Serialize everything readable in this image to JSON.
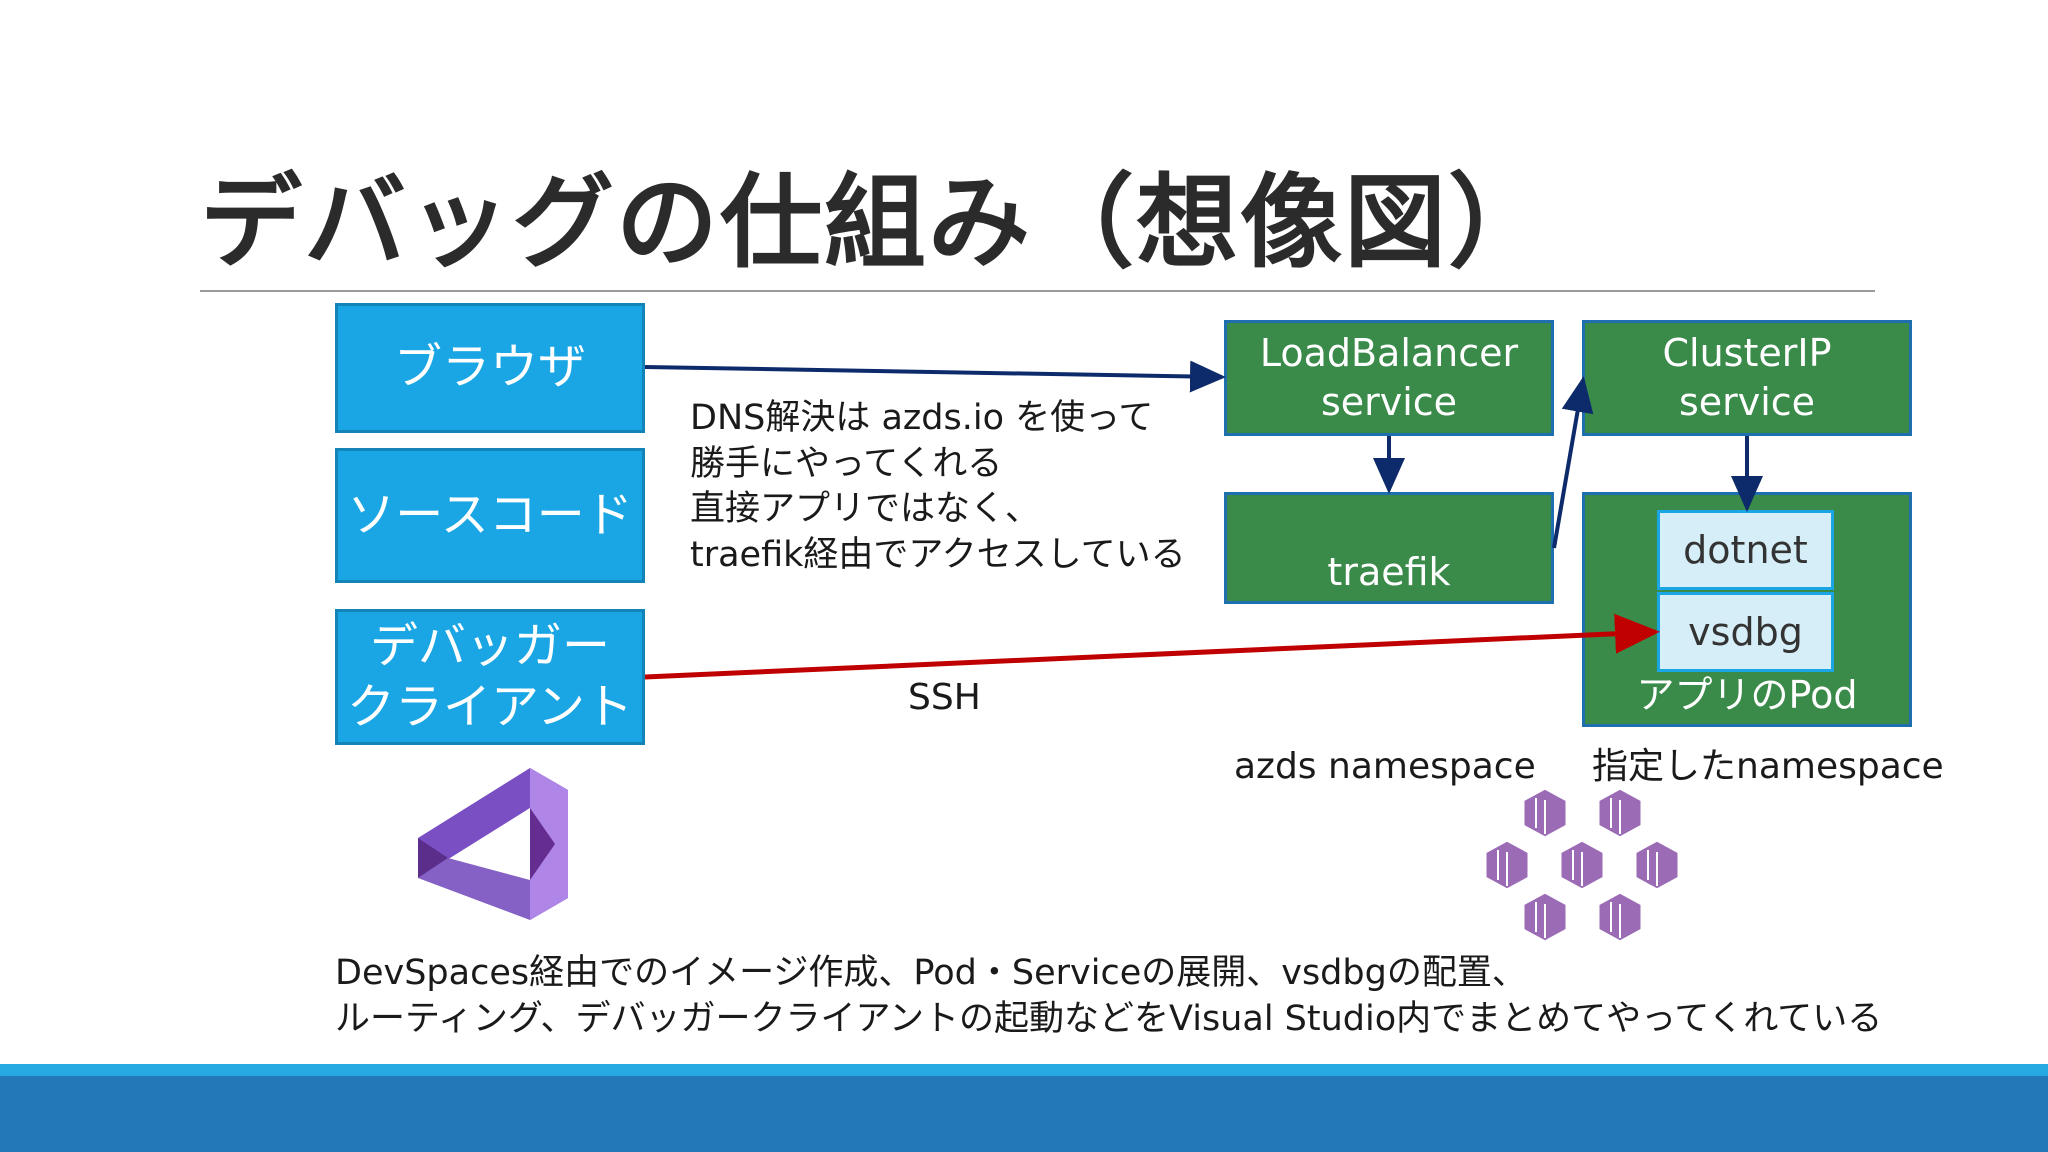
{
  "title": "デバッグの仕組み（想像図）",
  "left_boxes": {
    "browser": "ブラウザ",
    "source_code": "ソースコード",
    "debugger_client": "デバッガー\nクライアント"
  },
  "notes": "DNS解決は azds.io を使って\n勝手にやってくれる\n直接アプリではなく、\ntraefik経由でアクセスしている",
  "ssh_label": "SSH",
  "azds": {
    "loadbalancer": "LoadBalancer\nservice",
    "traefik": "traefik",
    "namespace_label": "azds namespace"
  },
  "app": {
    "clusterip": "ClusterIP\nservice",
    "dotnet": "dotnet",
    "vsdbg": "vsdbg",
    "pod_label": "アプリのPod",
    "namespace_label": "指定したnamespace"
  },
  "bottom_text": {
    "line1": "DevSpaces経由でのイメージ作成、Pod・Serviceの展開、vsdbgの配置、",
    "line2": "ルーティング、デバッガークライアントの起動などをVisual Studio内でまとめてやってくれている"
  },
  "icons": {
    "visual_studio": "visual-studio-logo-icon",
    "kubernetes_pods": "kubernetes-pods-icon"
  },
  "colors": {
    "blue_box": "#1aa6e4",
    "green_box": "#3a8a4a",
    "inner_box": "#d6eef8",
    "navy_arrow": "#0d2a6b",
    "red_arrow": "#c00000",
    "vs_purple": "#8661c5",
    "pod_purple": "#9b6bb5",
    "footer_bar": "#2378b8"
  }
}
